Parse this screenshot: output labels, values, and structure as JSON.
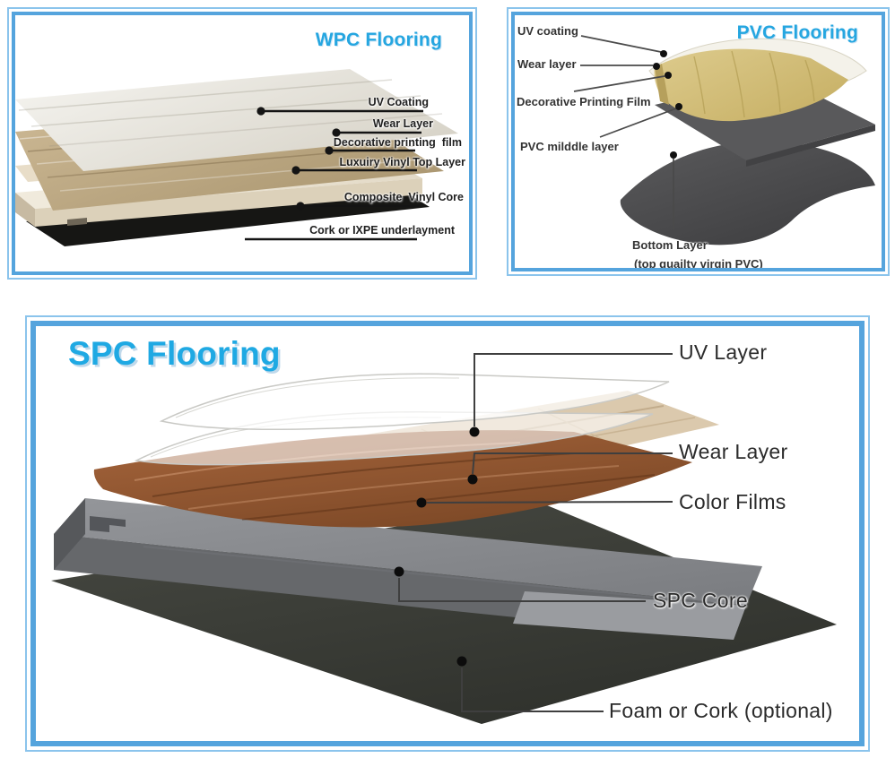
{
  "colors": {
    "accent_blue": "#29a8e2",
    "panel_border_outer": "#8bc4ec",
    "panel_border_inner": "#55a4dd",
    "label_text": "#1f1f1f"
  },
  "panels": [
    {
      "title": "WPC Flooring",
      "labels": [
        {
          "text": "UV Coating"
        },
        {
          "text": "Wear Layer"
        },
        {
          "text": "Decorative printing  film"
        },
        {
          "text": "Luxuiry Vinyl Top Layer"
        },
        {
          "text": "Composite  Vinyl Core"
        },
        {
          "text": "Cork or IXPE underlayment"
        }
      ]
    },
    {
      "title": "PVC Flooring",
      "labels": [
        {
          "text": "UV coating"
        },
        {
          "text": "Wear layer"
        },
        {
          "text": "Decorative Printing Film"
        },
        {
          "text": "PVC milddle layer"
        },
        {
          "text": "Bottom Layer"
        },
        {
          "text": "(top quailty virgin PVC)"
        }
      ]
    },
    {
      "title": "SPC Flooring",
      "labels": [
        {
          "text": "UV Layer"
        },
        {
          "text": "Wear Layer"
        },
        {
          "text": "Color Films"
        },
        {
          "text": "SPC Core"
        },
        {
          "text": "Foam or Cork (optional)"
        }
      ]
    }
  ]
}
